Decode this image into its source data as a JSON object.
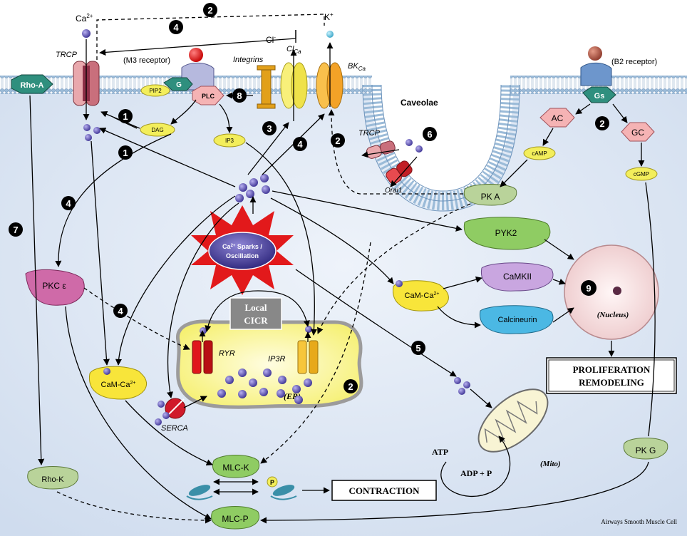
{
  "footer": {
    "cell_label": "Airways Smooth Muscle Cell"
  },
  "ions": {
    "ca": "Ca",
    "ca_sup": "2+",
    "cl": "Cl",
    "cl_sup": "-",
    "k": "K",
    "k_sup": "+"
  },
  "membrane": {
    "trcp": "TRCP",
    "m3_receptor": "(M3 receptor)",
    "b2_receptor": "(B2 receptor)",
    "integrins": "Integrins",
    "clca_main": "Cl",
    "clca_sub": "Ca",
    "bkca_main": "BK",
    "bkca_sub": "Ca",
    "caveolae": "Caveolae",
    "trcp_caveolae": "TRCP",
    "orai": "Orai1"
  },
  "proteins": {
    "rho_a": "Rho-A",
    "g": "G",
    "plc": "PLC",
    "pip2": "PIP2",
    "dag": "DAG",
    "ip3": "IP3",
    "gs": "Gs",
    "ac": "AC",
    "gc": "GC",
    "camp": "cAMP",
    "cgmp": "cGMP",
    "pka": "PK A",
    "pyk2": "PYK2",
    "camkii": "CaMKII",
    "calcineurin": "Calcineurin",
    "cam_ca_right": "CaM-Ca",
    "cam_ca_left": "CaM-Ca",
    "cam_sup": "2+",
    "pkc": "PKC ε",
    "rho_k": "Rho-K",
    "mlc_k": "MLC-K",
    "mlc_p": "MLC-P",
    "pkg": "PK G",
    "p_label": "P"
  },
  "sparks": {
    "line1": "Ca",
    "line1_sup": "2+",
    "line1_rest": " Sparks /",
    "line2": "Oscillation"
  },
  "er": {
    "local_cicr_1": "Local",
    "local_cicr_2": "CICR",
    "ryr": "RYR",
    "ip3r": "IP3R",
    "serca": "SERCA",
    "er": "(ER)"
  },
  "nucleus": {
    "label": "(Nucleus)"
  },
  "mito": {
    "label": "(Mito)",
    "atp": "ATP",
    "adp": "ADP + P"
  },
  "outcomes": {
    "proliferation_1": "PROLIFERATION",
    "proliferation_2": "REMODELING",
    "contraction": "CONTRACTION"
  },
  "steps": {
    "s1a": "1",
    "s1b": "1",
    "s2a": "2",
    "s2b": "2",
    "s2c": "2",
    "s2d": "2",
    "s3": "3",
    "s4a": "4",
    "s4b": "4",
    "s4c": "4",
    "s4d": "4",
    "s5": "5",
    "s6": "6",
    "s7": "7",
    "s8": "8",
    "s9": "9"
  },
  "colors": {
    "cytoplasm": "#dde6f3",
    "membrane_blue": "#8fb2d6",
    "pink": "#f4b3b5",
    "green": "#b9d39a",
    "yellow": "#f4ee52",
    "purple": "#d7a6d2",
    "teal": "#2f8f7e",
    "ca_dot": "#5a4fa3",
    "spark_red": "#e2191b"
  }
}
